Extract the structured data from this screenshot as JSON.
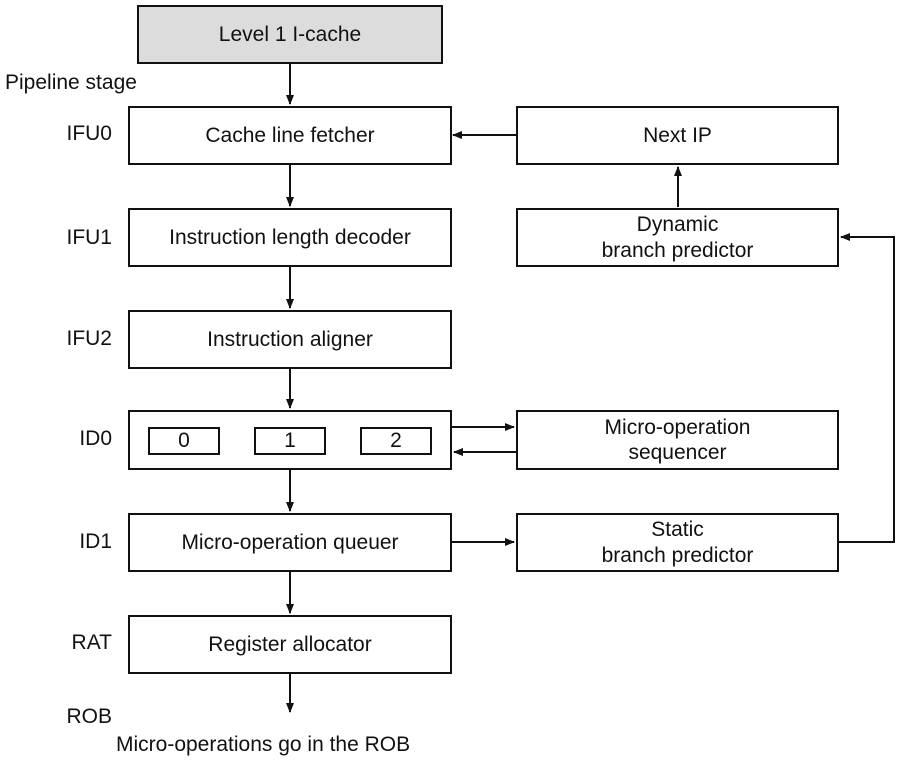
{
  "diagram": {
    "pipeline_stage_heading": "Pipeline stage",
    "cache": {
      "label": "Level 1 I-cache"
    },
    "stages": [
      {
        "stage": "IFU0",
        "unit": "Cache line fetcher"
      },
      {
        "stage": "IFU1",
        "unit": "Instruction length decoder"
      },
      {
        "stage": "IFU2",
        "unit": "Instruction aligner"
      },
      {
        "stage": "ID0",
        "unit": ""
      },
      {
        "stage": "ID1",
        "unit": "Micro-operation queuer"
      },
      {
        "stage": "RAT",
        "unit": "Register allocator"
      },
      {
        "stage": "ROB",
        "unit": ""
      }
    ],
    "decoders": [
      "0",
      "1",
      "2"
    ],
    "side_units": {
      "next_ip": "Next IP",
      "dynamic_predictor": "Dynamic\nbranch predictor",
      "micro_sequencer": "Micro-operation\nsequencer",
      "static_predictor": "Static\nbranch predictor"
    },
    "footer": "Micro-operations go in the ROB"
  }
}
